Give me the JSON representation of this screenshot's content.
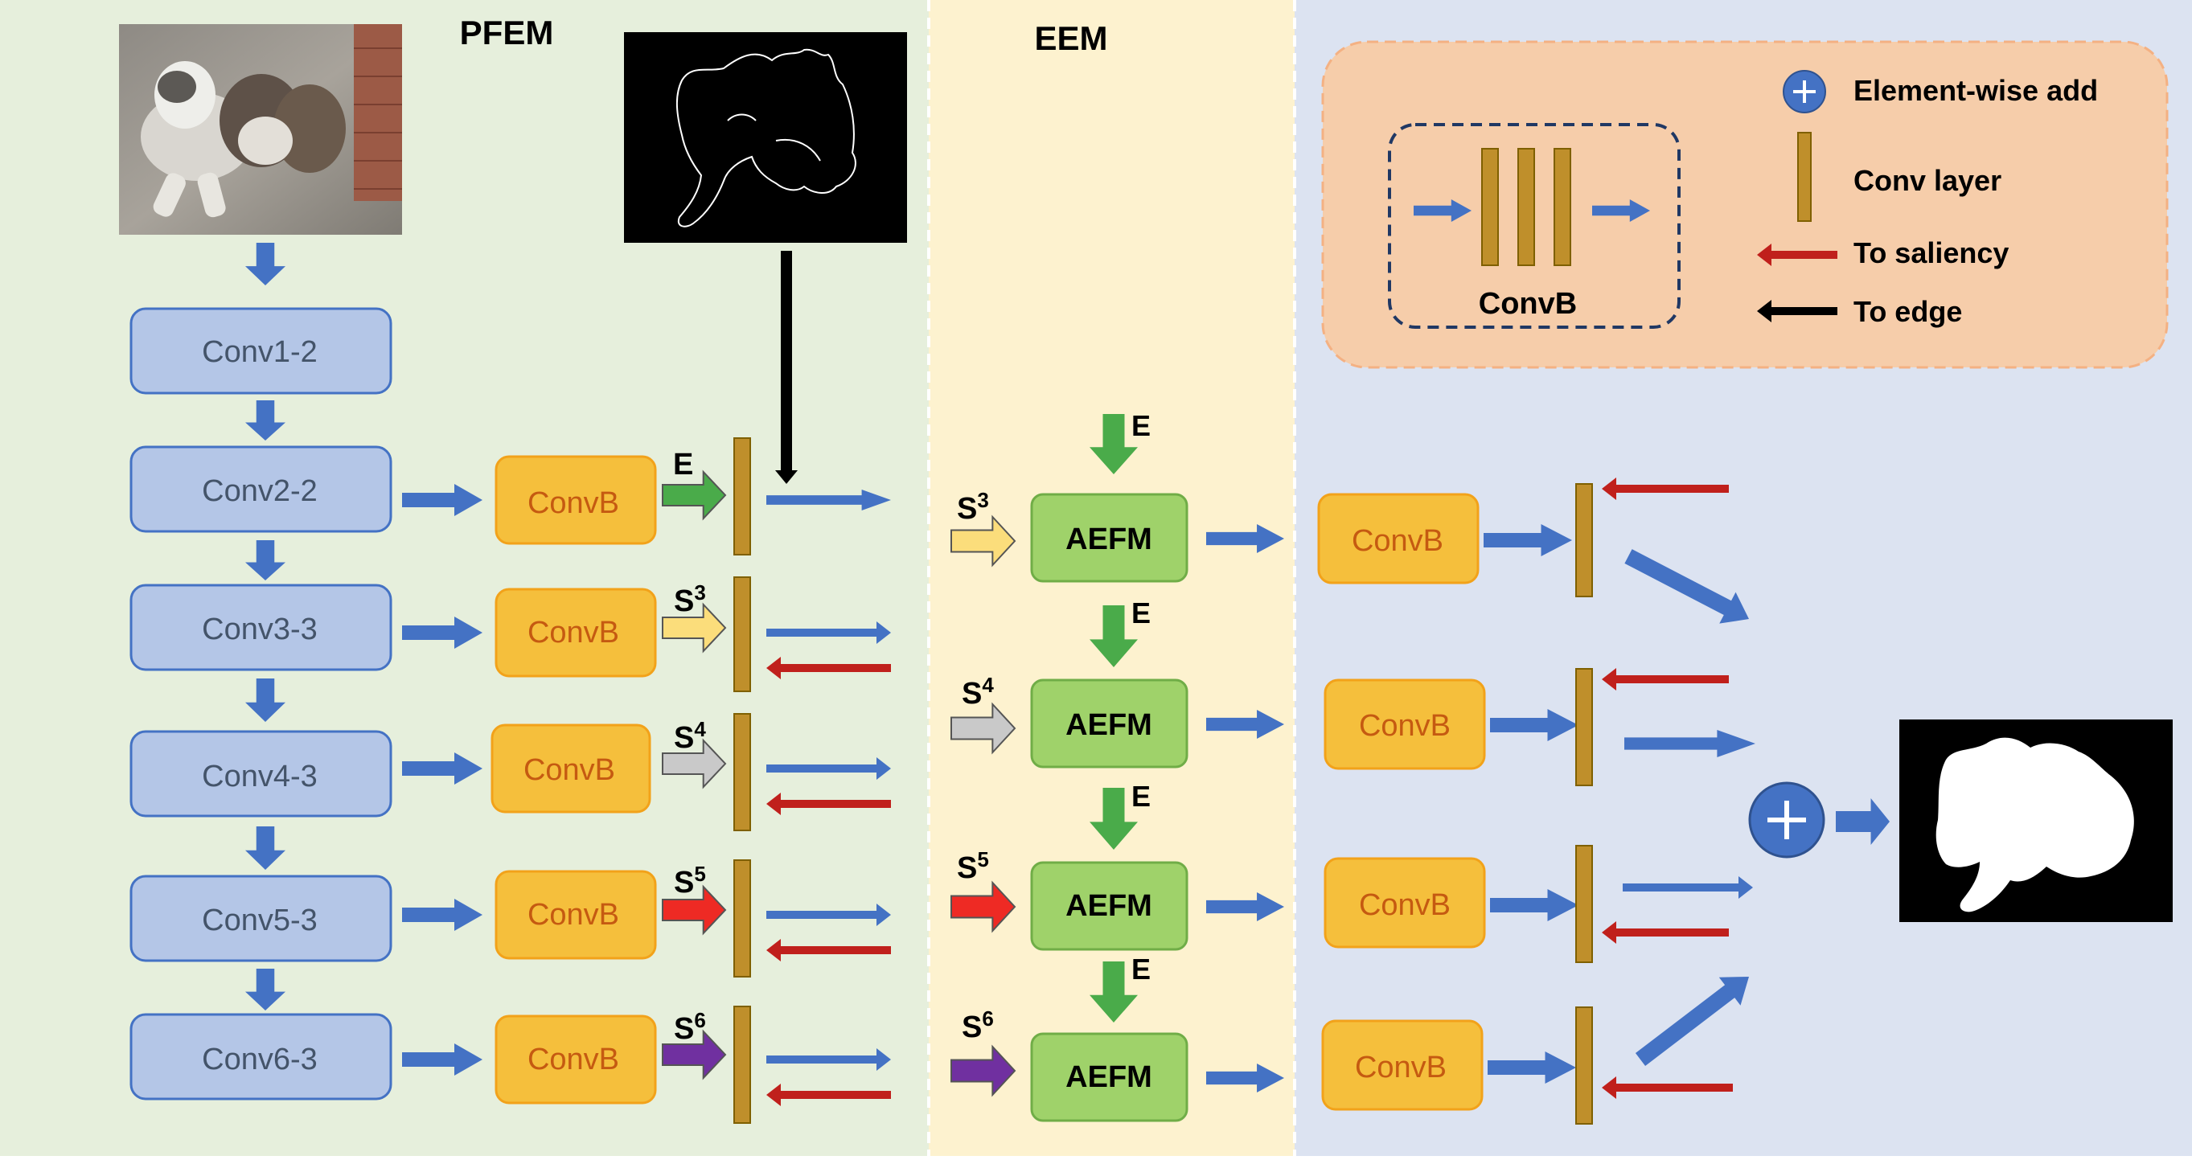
{
  "sections": {
    "pfem": "PFEM",
    "eem": "EEM"
  },
  "colors": {
    "pfem_bg": "#e6efdc",
    "eem_bg": "#fdf2cf",
    "right_bg": "#dce3f1",
    "legend_bg": "#f6cdaa",
    "conv_block": "#b4c6e7",
    "convb": "#f5bf3c",
    "aefm": "#9fd26a",
    "conv_layer": "#bf8f2b",
    "blue_arrow": "#4472c4",
    "red_arrow": "#c0201c",
    "green_arrow": "#4aab4a",
    "yellow_arrow": "#fbdd7b",
    "gray_arrow": "#c9c9c9",
    "red_side_arrow": "#ee2a24",
    "purple_arrow": "#7030a0"
  },
  "encoder": {
    "blocks": [
      "Conv1-2",
      "Conv2-2",
      "Conv3-3",
      "Conv4-3",
      "Conv5-3",
      "Conv6-3"
    ]
  },
  "convb_label": "ConvB",
  "aefm_label": "AEFM",
  "side_labels": {
    "e": "E",
    "s3": "S",
    "s4": "S",
    "s5": "S",
    "s6": "S",
    "sup3": "3",
    "sup4": "4",
    "sup5": "5",
    "sup6": "6"
  },
  "legend": {
    "convb_caption": "ConvB",
    "items": [
      {
        "icon": "element-wise-add-icon",
        "label": "Element-wise add"
      },
      {
        "icon": "conv-layer-icon",
        "label": "Conv layer"
      },
      {
        "icon": "red-arrow-icon",
        "label": "To saliency"
      },
      {
        "icon": "black-arrow-icon",
        "label": "To edge"
      }
    ]
  },
  "images": {
    "input": "input-photo-huskies",
    "edge_gt": "edge-map",
    "saliency_output": "saliency-map"
  }
}
